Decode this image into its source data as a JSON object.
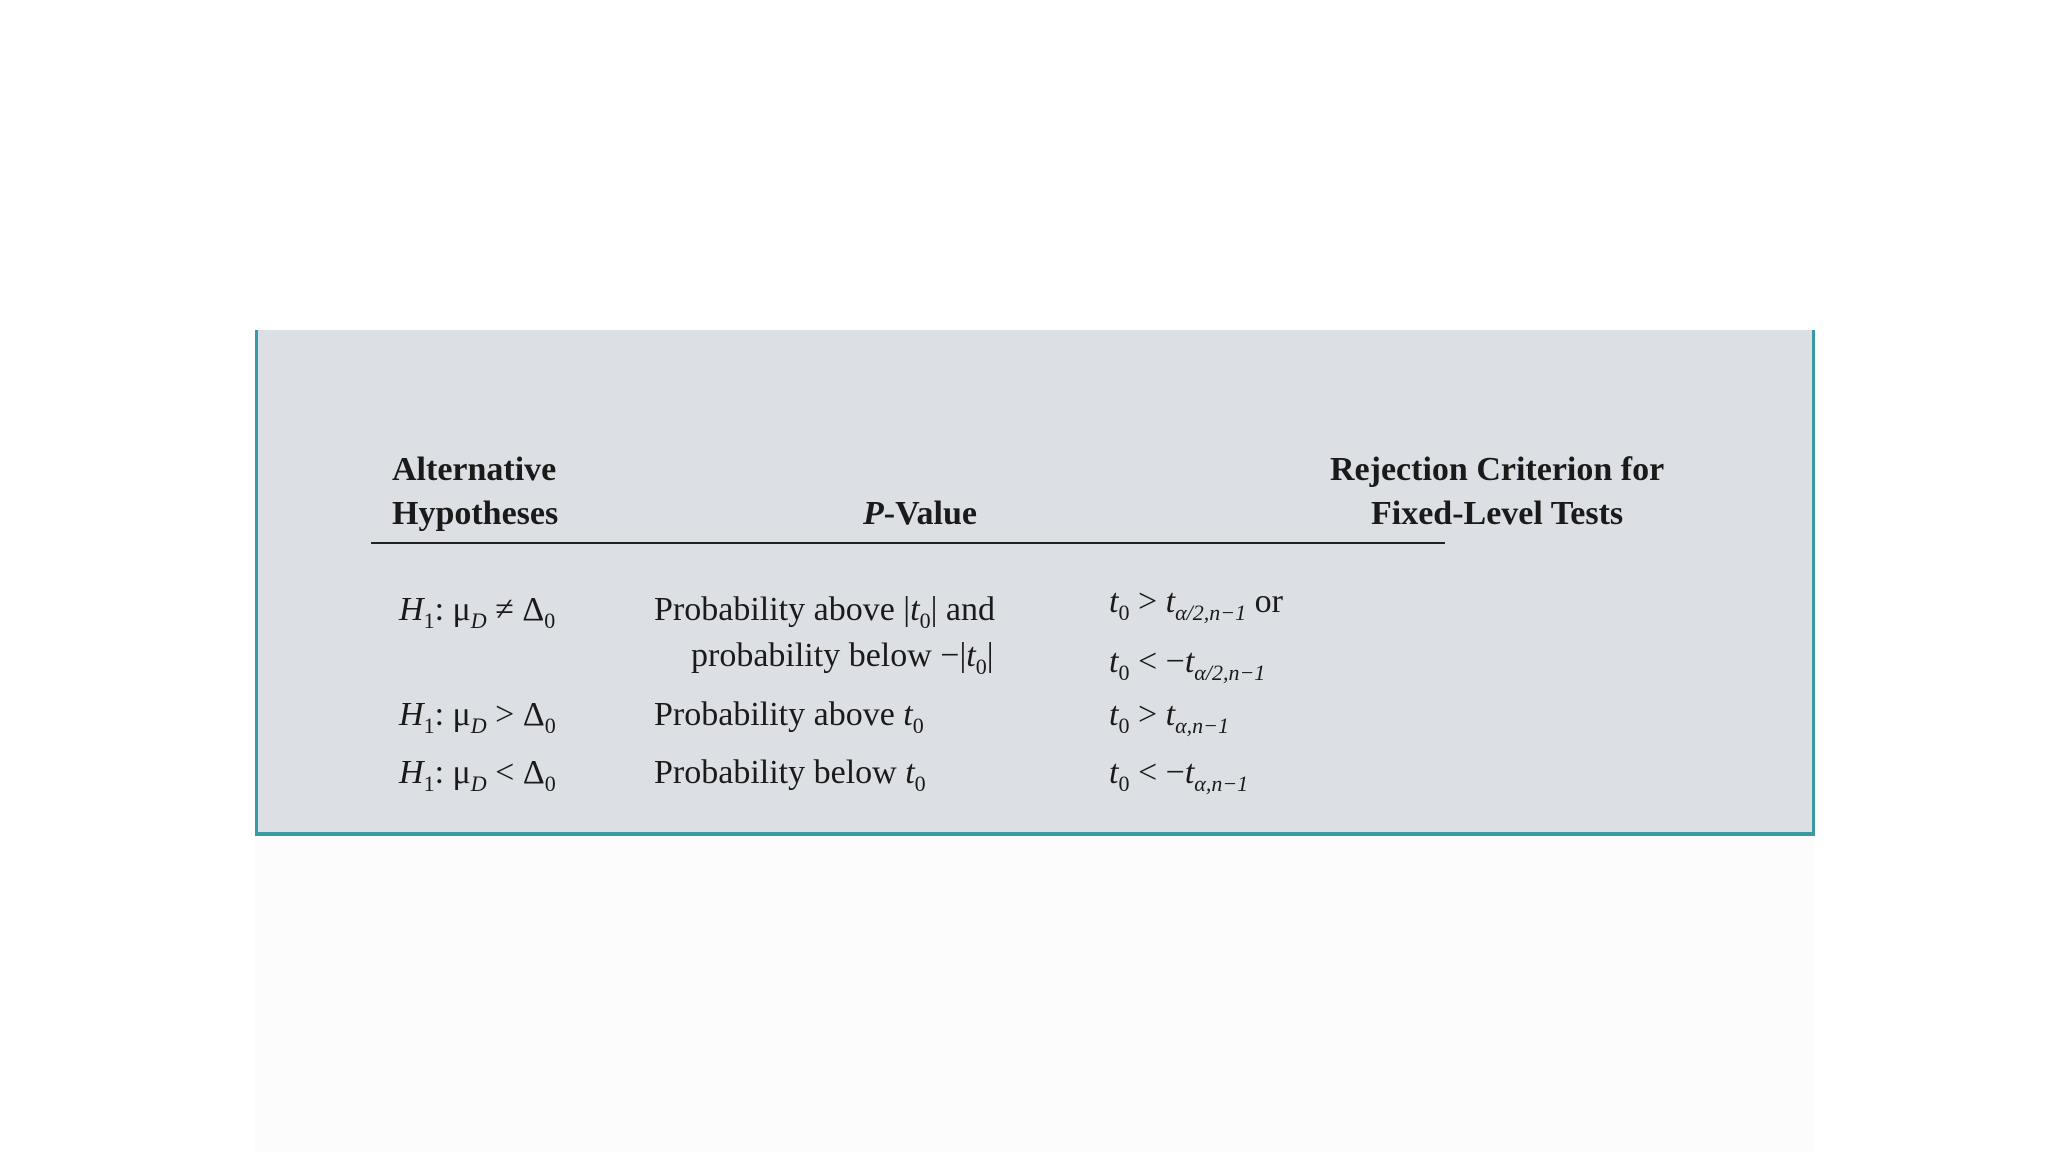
{
  "table": {
    "headers": {
      "alternative_line1": "Alternative",
      "alternative_line2": "Hypotheses",
      "pvalue_prefix": "P",
      "pvalue_suffix": "-Value",
      "rejection_line1": "Rejection Criterion for",
      "rejection_line2": "Fixed-Level Tests"
    },
    "rows": [
      {
        "hypothesis": {
          "H": "H",
          "sub": "1",
          "mu": "μ",
          "mu_sub": "D",
          "op": "≠",
          "delta": "Δ",
          "delta_sub": "0"
        },
        "pvalue_line1": "Probability above |t0| and",
        "pvalue_line2": "probability below −|t0|",
        "rejection_line1": "t0 > tα/2,n−1 or",
        "rejection_line2": "t0 < −tα/2,n−1"
      },
      {
        "hypothesis": {
          "H": "H",
          "sub": "1",
          "mu": "μ",
          "mu_sub": "D",
          "op": ">",
          "delta": "Δ",
          "delta_sub": "0"
        },
        "pvalue_line1": "Probability above t0",
        "rejection_line1": "t0 > tα,n−1"
      },
      {
        "hypothesis": {
          "H": "H",
          "sub": "1",
          "mu": "μ",
          "mu_sub": "D",
          "op": "<",
          "delta": "Δ",
          "delta_sub": "0"
        },
        "pvalue_line1": "Probability below t0",
        "rejection_line1": "t0 < −tα,n−1"
      }
    ],
    "pieces": {
      "t": "t",
      "zero": "0",
      "one": "1",
      "alpha_half": "α/2,n−1",
      "alpha": "α,n−1",
      "gt": ">",
      "lt": "<",
      "neg": "−",
      "bar": "|",
      "or": "or",
      "prob_above": "Probability above",
      "prob_below": "Probability below",
      "and": "and",
      "prob_below_lower": "probability below",
      "colon": ":"
    },
    "colors": {
      "panel_background": "#dcdfe3",
      "border": "#3a9aa3",
      "text": "#1a1a1a"
    }
  }
}
